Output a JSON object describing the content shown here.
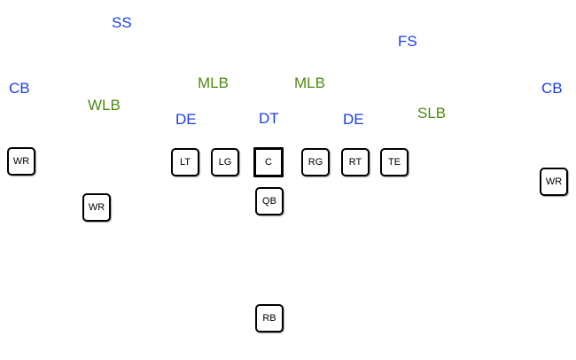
{
  "colors": {
    "secondary": "#1a3ee8",
    "linebacker": "#4e8a12",
    "offense_text": "#000000"
  },
  "defense": [
    {
      "id": "ss",
      "label": "SS",
      "group": "secondary"
    },
    {
      "id": "fs",
      "label": "FS",
      "group": "secondary"
    },
    {
      "id": "cb-left",
      "label": "CB",
      "group": "secondary"
    },
    {
      "id": "cb-right",
      "label": "CB",
      "group": "secondary"
    },
    {
      "id": "mlb-left",
      "label": "MLB",
      "group": "linebacker"
    },
    {
      "id": "mlb-right",
      "label": "MLB",
      "group": "linebacker"
    },
    {
      "id": "wlb",
      "label": "WLB",
      "group": "linebacker"
    },
    {
      "id": "slb",
      "label": "SLB",
      "group": "linebacker"
    },
    {
      "id": "de-left",
      "label": "DE",
      "group": "secondary"
    },
    {
      "id": "dt",
      "label": "DT",
      "group": "secondary"
    },
    {
      "id": "de-right",
      "label": "DE",
      "group": "secondary"
    }
  ],
  "offense": [
    {
      "id": "wr-left",
      "label": "WR"
    },
    {
      "id": "wr-slot",
      "label": "WR"
    },
    {
      "id": "lt",
      "label": "LT"
    },
    {
      "id": "lg",
      "label": "LG"
    },
    {
      "id": "c",
      "label": "C"
    },
    {
      "id": "rg",
      "label": "RG"
    },
    {
      "id": "rt",
      "label": "RT"
    },
    {
      "id": "te",
      "label": "TE"
    },
    {
      "id": "wr-right",
      "label": "WR"
    },
    {
      "id": "qb",
      "label": "QB"
    },
    {
      "id": "rb",
      "label": "RB"
    }
  ]
}
